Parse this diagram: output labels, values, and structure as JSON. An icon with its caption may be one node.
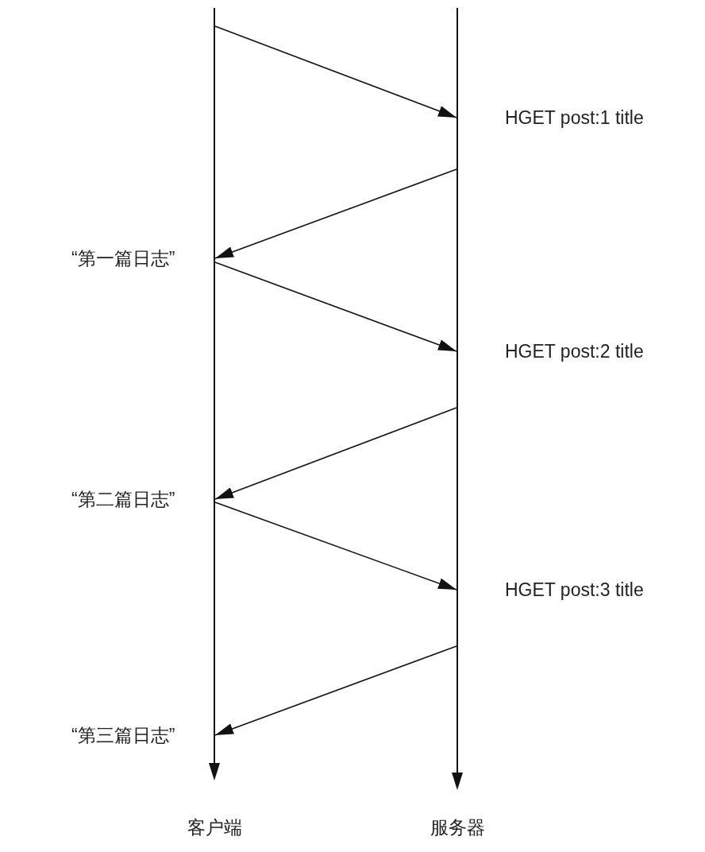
{
  "diagram": {
    "nodes": [
      {
        "text": [
          "客户端"
        ]
      },
      {
        "text": [
          "服务器"
        ]
      }
    ],
    "edges": [
      {
        "from": 0,
        "to": 1,
        "arrow": "to",
        "label": "HGET post:1 title"
      },
      {
        "from": 1,
        "to": 0,
        "arrow": "to",
        "label": "“第一篇日志”"
      },
      {
        "from": 0,
        "to": 1,
        "arrow": "to",
        "label": "HGET post:2 title"
      },
      {
        "from": 1,
        "to": 0,
        "arrow": "to",
        "label": "“第二篇日志”"
      },
      {
        "from": 0,
        "to": 1,
        "arrow": "to",
        "label": "HGET post:3 title"
      },
      {
        "from": 1,
        "to": 0,
        "arrow": "to",
        "label": "“第三篇日志”"
      }
    ]
  }
}
